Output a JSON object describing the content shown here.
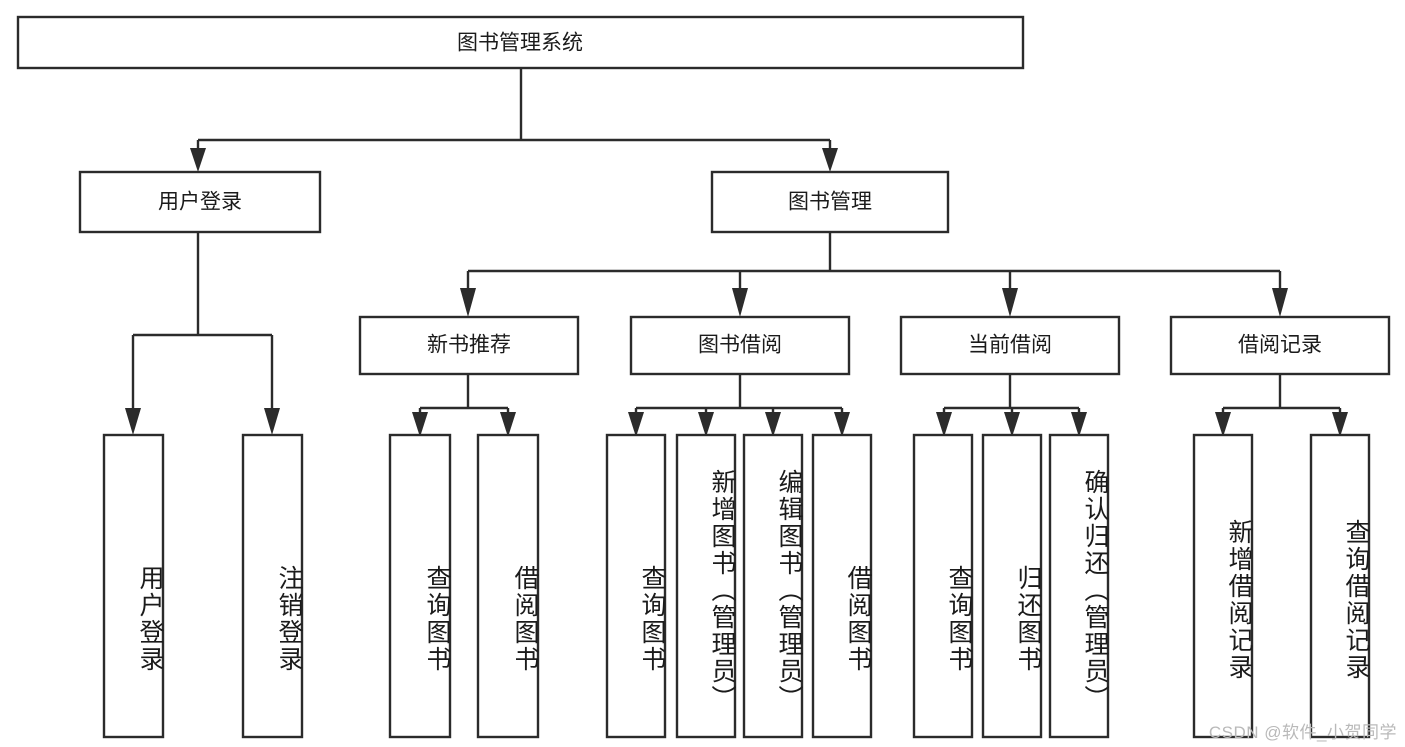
{
  "diagram": {
    "type": "tree-hierarchy",
    "title": "图书管理系统",
    "watermark": "CSDN @软件_小贺同学",
    "root": {
      "id": "root",
      "label": "图书管理系统",
      "orientation": "horizontal"
    },
    "level2": [
      {
        "id": "user-login",
        "label": "用户登录",
        "orientation": "horizontal"
      },
      {
        "id": "book-manage",
        "label": "图书管理",
        "orientation": "horizontal"
      }
    ],
    "level3": [
      {
        "id": "new-book-recommend",
        "label": "新书推荐",
        "orientation": "horizontal",
        "parent": "book-manage"
      },
      {
        "id": "book-borrow",
        "label": "图书借阅",
        "orientation": "horizontal",
        "parent": "book-manage"
      },
      {
        "id": "current-borrow",
        "label": "当前借阅",
        "orientation": "horizontal",
        "parent": "book-manage"
      },
      {
        "id": "borrow-record",
        "label": "借阅记录",
        "orientation": "horizontal",
        "parent": "book-manage"
      }
    ],
    "leaves": [
      {
        "id": "leaf-user-login",
        "label": "用户登录",
        "parent": "user-login",
        "orientation": "vertical"
      },
      {
        "id": "leaf-user-logout",
        "label": "注销登录",
        "parent": "user-login",
        "orientation": "vertical"
      },
      {
        "id": "leaf-query-book-1",
        "label": "查询图书",
        "parent": "new-book-recommend",
        "orientation": "vertical"
      },
      {
        "id": "leaf-borrow-book-1",
        "label": "借阅图书",
        "parent": "new-book-recommend",
        "orientation": "vertical"
      },
      {
        "id": "leaf-query-book-2",
        "label": "查询图书",
        "parent": "book-borrow",
        "orientation": "vertical"
      },
      {
        "id": "leaf-add-book",
        "label": "新增图书（管理员）",
        "parent": "book-borrow",
        "orientation": "vertical"
      },
      {
        "id": "leaf-edit-book",
        "label": "编辑图书（管理员）",
        "parent": "book-borrow",
        "orientation": "vertical"
      },
      {
        "id": "leaf-borrow-book-2",
        "label": "借阅图书",
        "parent": "book-borrow",
        "orientation": "vertical"
      },
      {
        "id": "leaf-query-book-3",
        "label": "查询图书",
        "parent": "current-borrow",
        "orientation": "vertical"
      },
      {
        "id": "leaf-return-book",
        "label": "归还图书",
        "parent": "current-borrow",
        "orientation": "vertical"
      },
      {
        "id": "leaf-confirm-return",
        "label": "确认归还（管理员）",
        "parent": "current-borrow",
        "orientation": "vertical"
      },
      {
        "id": "leaf-add-record",
        "label": "新增借阅记录",
        "parent": "borrow-record",
        "orientation": "vertical"
      },
      {
        "id": "leaf-query-record",
        "label": "查询借阅记录",
        "parent": "borrow-record",
        "orientation": "vertical"
      }
    ],
    "colors": {
      "stroke": "#2b2b2b",
      "fill": "#ffffff",
      "text": "#1b1b1b",
      "watermark": "#b9b9b9",
      "background": "#ffffff"
    }
  }
}
